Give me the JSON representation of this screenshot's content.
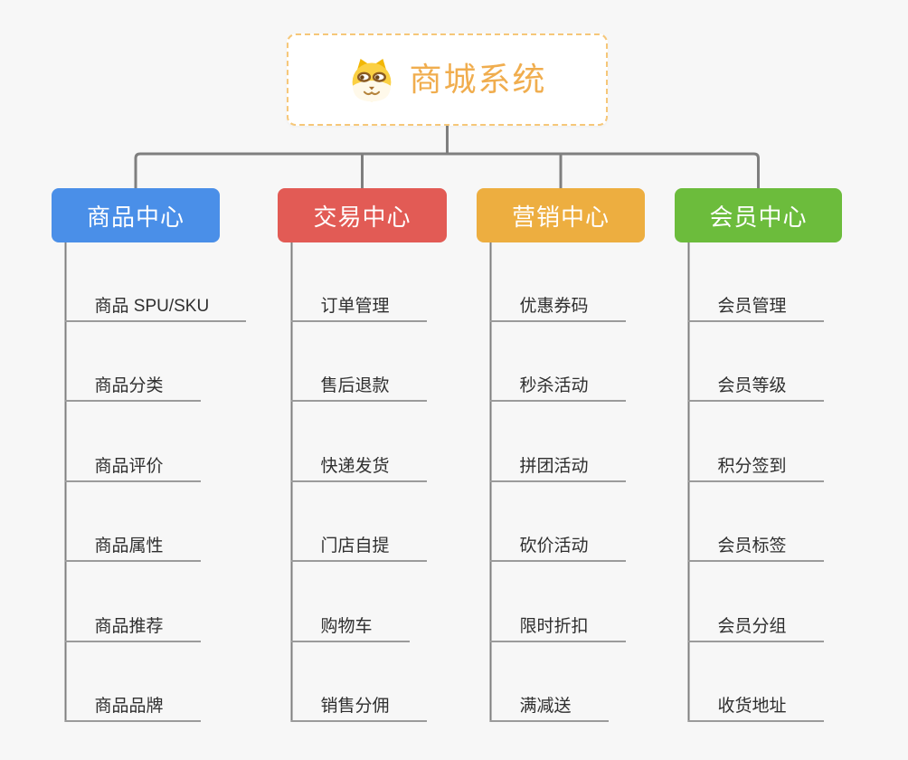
{
  "root": {
    "title": "商城系统",
    "icon": "shiba-dog-icon",
    "accent_color": "#f0ad4e",
    "border_color": "#f6c779"
  },
  "connector_color": "#7f7f7f",
  "underline_color": "#9b9b9b",
  "branches": [
    {
      "label": "商品中心",
      "color": "#4a8fe8",
      "children": [
        "商品 SPU/SKU",
        "商品分类",
        "商品评价",
        "商品属性",
        "商品推荐",
        "商品品牌"
      ]
    },
    {
      "label": "交易中心",
      "color": "#e25b55",
      "children": [
        "订单管理",
        "售后退款",
        "快递发货",
        "门店自提",
        "购物车",
        "销售分佣"
      ]
    },
    {
      "label": "营销中心",
      "color": "#edae40",
      "children": [
        "优惠券码",
        "秒杀活动",
        "拼团活动",
        "砍价活动",
        "限时折扣",
        "满减送"
      ]
    },
    {
      "label": "会员中心",
      "color": "#6cbc3c",
      "children": [
        "会员管理",
        "会员等级",
        "积分签到",
        "会员标签",
        "会员分组",
        "收货地址"
      ]
    }
  ]
}
